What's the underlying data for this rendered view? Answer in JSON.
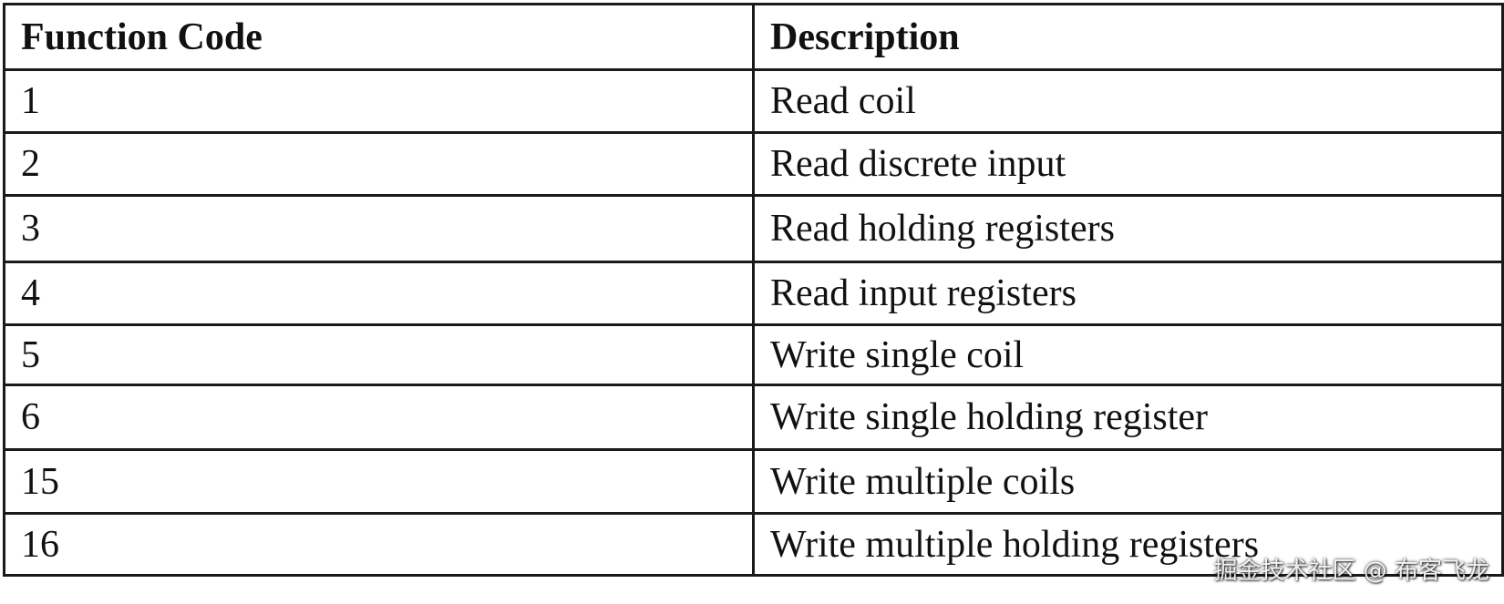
{
  "table": {
    "headers": [
      "Function Code",
      "Description"
    ],
    "rows": [
      [
        "1",
        "Read coil"
      ],
      [
        "2",
        "Read discrete input"
      ],
      [
        "3",
        "Read holding registers"
      ],
      [
        "4",
        "Read input registers"
      ],
      [
        "5",
        "Write single coil"
      ],
      [
        "6",
        "Write single holding register"
      ],
      [
        "15",
        "Write multiple coils"
      ],
      [
        "16",
        "Write multiple holding registers"
      ]
    ]
  },
  "watermark": "掘金技术社区 @ 布客飞龙"
}
